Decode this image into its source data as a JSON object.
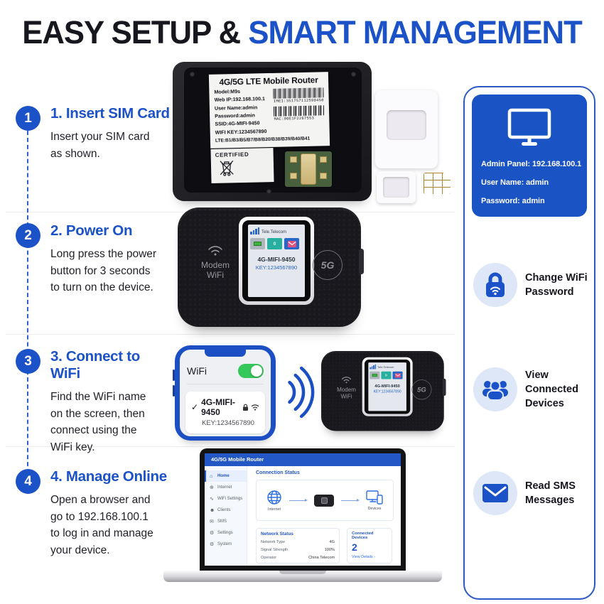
{
  "colors": {
    "accent_blue": "#1c52c8",
    "panel_blue": "#1a53c4",
    "title_dark": "#17171f",
    "feature_circle_bg": "#dde7f8",
    "toggle_green": "#34c759",
    "sim_gold": "#d9b257"
  },
  "title": {
    "part1": "EASY SETUP & ",
    "part2": "SMART MANAGEMENT"
  },
  "steps": [
    {
      "num": "1",
      "heading": "1. Insert SIM Card",
      "body": "Insert your SIM card\nas shown."
    },
    {
      "num": "2",
      "heading": "2. Power On",
      "body": "Long press the power\nbutton for 3 seconds\nto turn on the device."
    },
    {
      "num": "3",
      "heading": "3. Connect to WiFi",
      "body": "Find the WiFi name\non the screen, then\nconnect using the\nWiFi key."
    },
    {
      "num": "4",
      "heading": "4. Manage Online",
      "body": "Open a browser and\ngo to 192.168.100.1\nto log in and manage\nyour device."
    }
  ],
  "device_label": {
    "title": "4G/5G LTE Mobile Router",
    "lines": [
      "Model:M9s",
      "Web IP:192.168.100.1",
      "User Name:admin",
      "Password:admin",
      "SSID:4G-MIFI-9450",
      "WIFI KEY:1234567890"
    ],
    "lte_line": "LTE:B1/B3/B5/B7/B8/B20/B38/B39/B40/B41",
    "imei": "IMEI:351757112599450",
    "mac": "MAC:00E1F2267553",
    "certified": "CERTIFIED"
  },
  "router": {
    "brand": "Modem\nWiFi",
    "badge": "5G",
    "screen": {
      "carrier": "Tele.Telecom",
      "sms_zero": "0",
      "ssid": "4G-MIFI-9450",
      "key": "KEY:1234567890"
    }
  },
  "phone": {
    "wifi_label": "WiFi",
    "check": "✓",
    "ssid": "4G-MIFI-9450",
    "key": "KEY:1234567890"
  },
  "admin_card": {
    "lines": [
      "Admin Panel: 192.168.100.1",
      "User Name: admin",
      "Password: admin"
    ]
  },
  "features": [
    {
      "label": "Change WiFi\nPassword"
    },
    {
      "label": "View Connected\nDevices"
    },
    {
      "label": "Read SMS\nMessages"
    }
  ],
  "laptop": {
    "header": "4G/5G Mobile Router",
    "sidebar": [
      {
        "glyph": "⌂",
        "label": "Home"
      },
      {
        "glyph": "⊕",
        "label": "Internet"
      },
      {
        "glyph": "∿",
        "label": "WiFi Settings"
      },
      {
        "glyph": "☻",
        "label": "Clients"
      },
      {
        "glyph": "✉",
        "label": "SMS"
      },
      {
        "glyph": "⚙",
        "label": "Settings"
      },
      {
        "glyph": "⚙",
        "label": "System"
      }
    ],
    "connection": {
      "title": "Connection Status",
      "internet_label": "Internet",
      "devices_label": "Devices"
    },
    "network": {
      "title": "Network Status",
      "rows": [
        {
          "label": "Network Type",
          "value": "4G"
        },
        {
          "label": "Signal Strength",
          "value": "100%"
        },
        {
          "label": "Operator",
          "value": "China Telecom"
        }
      ]
    },
    "devices": {
      "title": "Connected Devices",
      "count": "2",
      "link": "View Details ›"
    }
  }
}
